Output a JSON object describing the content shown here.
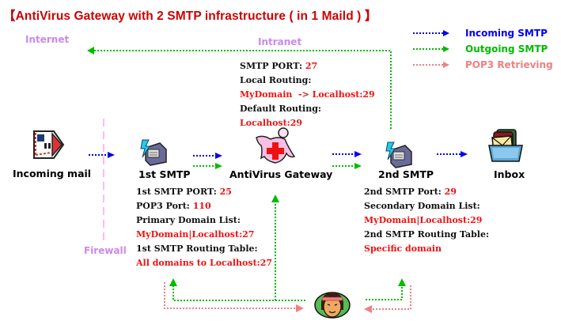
{
  "title": "【AntiVirus Gateway with 2 SMTP infrastructure ( in 1 Maild ) 】",
  "zones": {
    "internet": "Internet",
    "intranet": "Intranet",
    "firewall": "Firewall"
  },
  "legend": [
    {
      "label": "Incoming SMTP",
      "color": "#0000ee"
    },
    {
      "label": "Outgoing SMTP",
      "color": "#00bb00"
    },
    {
      "label": "POP3 Retrieving",
      "color": "#f08080"
    }
  ],
  "nodes": {
    "incoming_mail": {
      "label": "Incoming mail",
      "icon": "mail-envelope-icon"
    },
    "smtp1": {
      "label": "1st SMTP",
      "icon": "smtp-server-icon"
    },
    "gateway": {
      "label": "AntiVirus Gateway",
      "icon": "antivirus-shield-icon"
    },
    "smtp2": {
      "label": "2nd SMTP",
      "icon": "smtp-server-icon"
    },
    "inbox": {
      "label": "Inbox",
      "icon": "inbox-tray-icon"
    },
    "user": {
      "label": "",
      "icon": "user-avatar-icon"
    }
  },
  "gateway_info": {
    "port_label": "SMTP PORT: ",
    "port_value": "27",
    "local_routing_label": "Local Routing:",
    "local_routing_value": "MyDomain  -> Localhost:29",
    "default_routing_label": "Default Routing:",
    "default_routing_value": "Localhost:29"
  },
  "smtp1_info": {
    "port_label": "1st SMTP PORT: ",
    "port_value": "25",
    "pop3_label": "POP3 Port: ",
    "pop3_value": "110",
    "domain_list_label": "Primary Domain List:",
    "domain_list_value": "MyDomain|Localhost:27",
    "routing_label": "1st SMTP Routing Table:",
    "routing_value": "All domains to Localhost:27"
  },
  "smtp2_info": {
    "port_label": "2nd SMTP Port: ",
    "port_value": "29",
    "domain_list_label": "Secondary Domain List:",
    "domain_list_value": "MyDomain|Localhost:29",
    "routing_label": "2nd SMTP Routing Table:",
    "routing_value": "Specific domain"
  }
}
